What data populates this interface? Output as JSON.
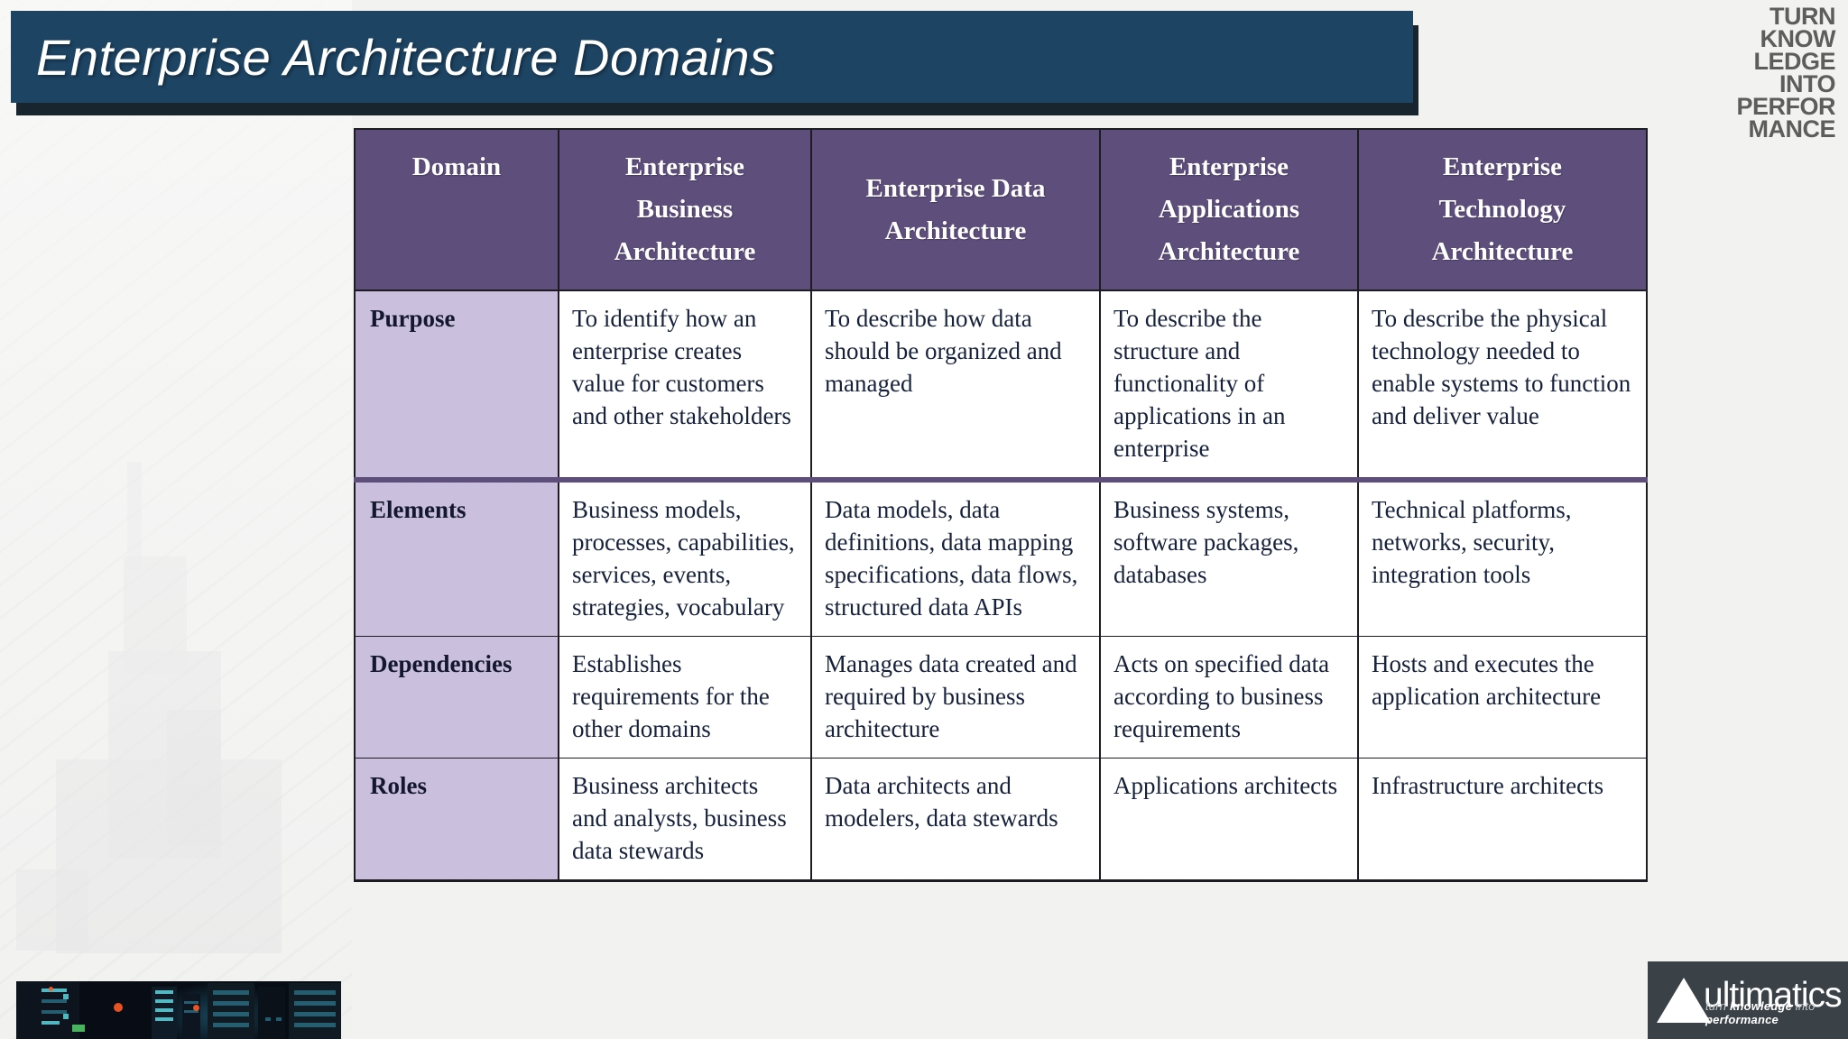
{
  "slide": {
    "title": "Enterprise Architecture Domains"
  },
  "brand": {
    "tagline_lines": [
      "TURN",
      "KNOW",
      "LEDGE",
      "INTO",
      "PERFOR",
      "MANCE"
    ],
    "logo_name": "ultimatics",
    "logo_sub_plain1": "turn ",
    "logo_sub_bold1": "knowledge",
    "logo_sub_plain2": " into ",
    "logo_sub_bold2": "performance"
  },
  "colors": {
    "title_band": "#1d4463",
    "title_shadow": "#18252f",
    "header_purple": "#5d4e7c",
    "row_head_lavender": "#cac0dd",
    "body_text": "#16213c",
    "logo_bar": "#3a4247"
  },
  "table": {
    "headers": [
      "Domain",
      "Enterprise Business Architecture",
      "Enterprise Data Architecture",
      "Enterprise Applications Architecture",
      "Enterprise Technology Architecture"
    ],
    "header_lines": [
      [
        "Domain"
      ],
      [
        "Enterprise",
        "Business",
        "Architecture"
      ],
      [
        "Enterprise Data",
        "Architecture"
      ],
      [
        "Enterprise",
        "Applications",
        "Architecture"
      ],
      [
        "Enterprise",
        "Technology",
        "Architecture"
      ]
    ],
    "rows": [
      {
        "label": "Purpose",
        "cells": [
          "To identify how an enterprise creates value for customers and other stakeholders",
          "To describe how data should be organized and managed",
          "To describe the structure and functionality of applications in an enterprise",
          "To describe the physical technology needed to enable systems to function and deliver value"
        ]
      },
      {
        "label": "Elements",
        "cells": [
          "Business models, processes, capabilities, services, events, strategies, vocabulary",
          "Data models, data definitions, data mapping specifications, data flows, structured data APIs",
          "Business systems, software packages, databases",
          "Technical platforms, networks, security, integration tools"
        ]
      },
      {
        "label": "Dependencies",
        "cells": [
          "Establishes requirements for the other domains",
          "Manages data created and required by business architecture",
          "Acts on specified data according to business requirements",
          "Hosts and executes the application architecture"
        ]
      },
      {
        "label": "Roles",
        "cells": [
          "Business architects and analysts, business data stewards",
          "Data architects and modelers, data stewards",
          "Applications architects",
          "Infrastructure architects"
        ]
      }
    ]
  }
}
